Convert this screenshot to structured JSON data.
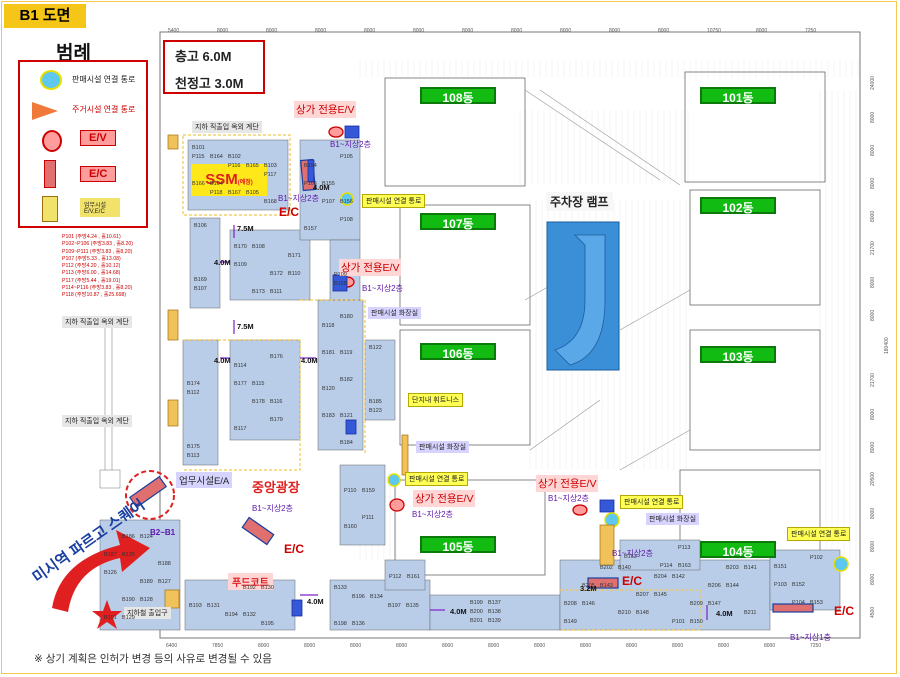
{
  "title": "B1 도면",
  "legend": {
    "title": "범례",
    "items": [
      {
        "label": "판매시설 연결 통로",
        "icon": "cyan-circle-icon"
      },
      {
        "label": "주거시설 연결 통로",
        "icon": "red-arrow-icon"
      },
      {
        "label": "E/V",
        "icon": "elevator-icon"
      },
      {
        "label": "E/C",
        "icon": "escalator-icon"
      },
      {
        "label": "업무시설 E/V,E/C",
        "icon": "office-core-icon"
      }
    ]
  },
  "unit_list": [
    "P101 (주방4.24 , 홀10.61)",
    "P102~P106 (주방3.83 , 홀8.20)",
    "P109~P111 (주방3.83 , 홀8.20)",
    "P107 (주방5.33 , 홀13.08)",
    "P112 (주방4.20 , 홀10.12)",
    "P113 (주방6.00 , 홀14.68)",
    "P117 (주방5.44 , 홀19.01)",
    "P114~P116 (주방3.83 , 홀8.20)",
    "P118 (주방10.87 , 홀25.698)"
  ],
  "heights": {
    "floor_height": "층고 6.0M",
    "ceiling_height": "천정고 3.0M"
  },
  "buildings": [
    "108동",
    "101동",
    "107동",
    "102동",
    "106동",
    "103동",
    "105동",
    "104동"
  ],
  "parking_ramp": "주차장 램프",
  "ssm": {
    "name": "SSM",
    "note": "(예정)"
  },
  "central_plaza": "중앙광장",
  "food_court": "푸드코트",
  "pink_labels": [
    "상가 전용E/V",
    "상가 전용E/V",
    "상가 전용E/V",
    "상가 전용E/V"
  ],
  "yellow_labels": [
    "판매시설 연결 통로",
    "판매시설 연결 통로",
    "단지내 휘트니스",
    "판매시설 연결 통로",
    "판매시설 연결 통로"
  ],
  "purple_labels": [
    "판매시설 화장실",
    "판매시설 화장실",
    "판매시설 화장실"
  ],
  "gray_labels": [
    "지하 직출입  옥외 계단",
    "지하 직출입  옥외 계단",
    "지하 직출입  옥외 계단",
    "지하철 출입구"
  ],
  "office_ea": "업무시설E/A",
  "transfer_labels": [
    "B1~지상2층",
    "B1~지상2층",
    "B1~지상2층",
    "B1~지상2층",
    "B1~지상2층",
    "B1~지상2층",
    "B1~지상1층",
    "B2~B1"
  ],
  "ec_labels": [
    "E/C",
    "E/C",
    "E/C",
    "E/C",
    "E/C"
  ],
  "measurements": [
    "4.0M",
    "7.5M",
    "4.0M",
    "7.5M",
    "4.0M",
    "4.0M",
    "4.0M",
    "3.2M",
    "4.0M"
  ],
  "square_name": "미시역 파르고 스퀘어",
  "note": "※ 상기 계획은 인허가 변경 등의 사유로 변경될 수 있음",
  "store_ids": [
    "B101",
    "B102",
    "B103",
    "B104",
    "B105",
    "B106",
    "B107",
    "B108",
    "B109",
    "B110",
    "B111",
    "B112",
    "B113",
    "B114",
    "B115",
    "B116",
    "B117",
    "B118",
    "B119",
    "B120",
    "B121",
    "B122",
    "B123",
    "B124",
    "B125",
    "B126",
    "B127",
    "B128",
    "B129",
    "B130",
    "B131",
    "B132",
    "B133",
    "B134",
    "B135",
    "B136",
    "B137",
    "B138",
    "B139",
    "B140",
    "B141",
    "B142",
    "B143",
    "B144",
    "B145",
    "B146",
    "B147",
    "B148",
    "B149",
    "B150",
    "B151",
    "B152",
    "B153",
    "B154",
    "B155",
    "B156",
    "B157",
    "B158",
    "B159",
    "B160",
    "B161",
    "B162",
    "B163",
    "B164",
    "B165",
    "B166",
    "B167",
    "B168",
    "B169",
    "B170",
    "B171",
    "B172",
    "B173",
    "B174",
    "B175",
    "B176",
    "B177",
    "B178",
    "B179",
    "B180",
    "B181",
    "B182",
    "B183",
    "B184",
    "B185",
    "B186",
    "B187",
    "B188",
    "B189",
    "B190",
    "B191",
    "B192",
    "B193",
    "B194",
    "B195",
    "B196",
    "B197",
    "B198",
    "B199",
    "B200",
    "B201",
    "B202",
    "B203",
    "B204",
    "B205",
    "B206",
    "B207",
    "B208",
    "B209",
    "B210",
    "B211",
    "P101",
    "P102",
    "P103",
    "P104",
    "P105",
    "P106",
    "P107",
    "P108",
    "P109",
    "P110",
    "P111",
    "P112",
    "P113",
    "P114",
    "P115",
    "P116",
    "P117",
    "P118"
  ],
  "top_dims": [
    "5400",
    "8000",
    "8000",
    "8000",
    "8000",
    "8000",
    "8000",
    "8000",
    "8000",
    "8000",
    "8000",
    "10750",
    "8000",
    "7250"
  ],
  "bottom_dims": [
    "6400",
    "7850",
    "8000",
    "8000",
    "8000",
    "8000",
    "8000",
    "8000",
    "8000",
    "8000",
    "8000",
    "8000",
    "8000",
    "8000",
    "7250"
  ],
  "right_dims": [
    "24000",
    "8000",
    "8000",
    "8000",
    "8000",
    "21700",
    "8000",
    "8000",
    "180400",
    "21700",
    "8000",
    "8000",
    "20500",
    "8000",
    "8000",
    "8000",
    "4500"
  ],
  "colors": {
    "store_fill": "#b9cde8",
    "building_green": "#11bb11",
    "ramp_blue": "#3a8fd6",
    "title_badge": "#f5c518",
    "legend_border": "#cc0000"
  }
}
